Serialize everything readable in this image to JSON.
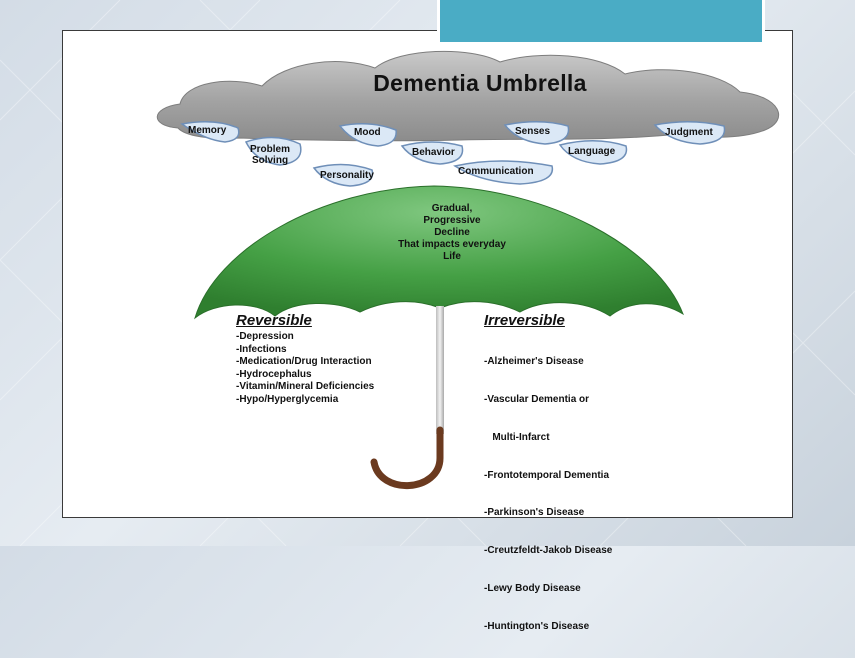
{
  "title": "Dementia Umbrella",
  "drops": [
    {
      "id": "memory",
      "label": "Memory"
    },
    {
      "id": "problem-solving",
      "label": "Problem\nSolving"
    },
    {
      "id": "personality",
      "label": "Personality"
    },
    {
      "id": "mood",
      "label": "Mood"
    },
    {
      "id": "behavior",
      "label": "Behavior"
    },
    {
      "id": "communication",
      "label": "Communication"
    },
    {
      "id": "senses",
      "label": "Senses"
    },
    {
      "id": "language",
      "label": "Language"
    },
    {
      "id": "judgment",
      "label": "Judgment"
    }
  ],
  "canopy_text": "Gradual,\nProgressive\nDecline\nThat impacts everyday\nLife",
  "reversible": {
    "heading": "Reversible",
    "items": [
      "-Depression",
      "-Infections",
      "-Medication/Drug Interaction",
      "-Hydrocephalus",
      "-Vitamin/Mineral Deficiencies",
      "-Hypo/Hyperglycemia"
    ]
  },
  "irreversible": {
    "heading": "Irreversible",
    "items": [
      "-Alzheimer's Disease",
      "-Vascular Dementia or",
      "   Multi-Infarct",
      "-Frontotemporal Dementia",
      "-Parkinson's Disease",
      "-Creutzfeldt-Jakob Disease",
      "-Lewy Body Disease",
      "-Huntington's Disease"
    ]
  },
  "colors": {
    "cloud": "#9a9a9a",
    "canopy": "#3f9a3f",
    "handle": "#6b3a1f",
    "accent": "#4aacc5",
    "drop_fill": "#dbe8f6",
    "drop_stroke": "#6f8fb8"
  }
}
